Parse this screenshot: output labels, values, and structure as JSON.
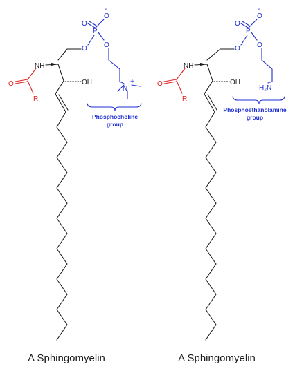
{
  "molecules": [
    {
      "atoms": {
        "o_top": "O",
        "o_top_charge": "-",
        "o_left": "O",
        "p": "P",
        "o_bridge": "O",
        "o_ester": "O",
        "nh": "NH",
        "oh": "OH",
        "o_carbonyl": "O",
        "r": "R",
        "n": "N",
        "n_charge": "+"
      },
      "group_label_line1": "Phosphocholine",
      "group_label_line2": "group",
      "caption": "A Sphingomyelin"
    },
    {
      "atoms": {
        "o_top": "O",
        "o_top_charge": "-",
        "o_left": "O",
        "p": "P",
        "o_bridge": "O",
        "o_ester": "O",
        "nh": "NH",
        "oh": "OH",
        "o_carbonyl": "O",
        "r": "R",
        "h2n": "H₂N"
      },
      "group_label_line1": "Phosphoethanolamine",
      "group_label_line2": "group",
      "caption": "A Sphingomyelin"
    }
  ],
  "colors": {
    "headgroup": "#1f2fd0",
    "acyl": "#e02020",
    "backbone": "#1a1a1a"
  }
}
